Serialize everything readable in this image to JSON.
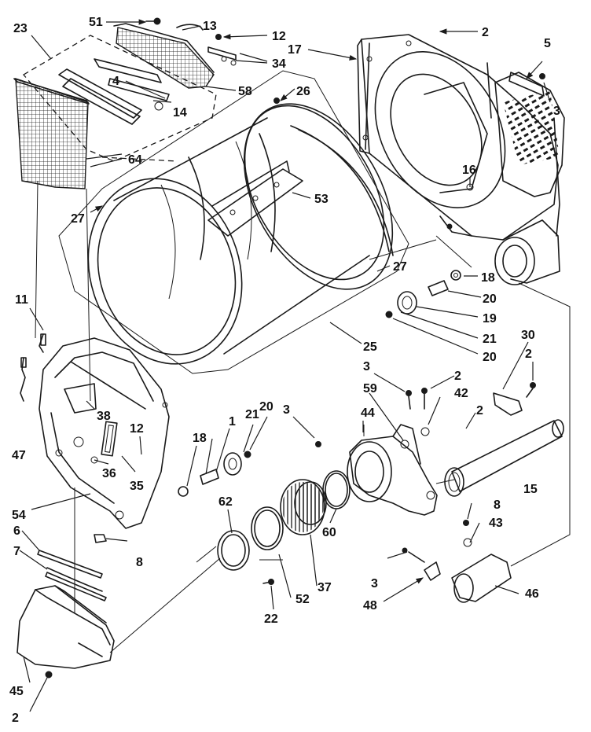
{
  "diagram": {
    "callouts": [
      {
        "id": "c51",
        "text": "51"
      },
      {
        "id": "c13",
        "text": "13"
      },
      {
        "id": "c23",
        "text": "23"
      },
      {
        "id": "c12a",
        "text": "12"
      },
      {
        "id": "c34",
        "text": "34"
      },
      {
        "id": "c2a",
        "text": "2"
      },
      {
        "id": "c17",
        "text": "17"
      },
      {
        "id": "c5",
        "text": "5"
      },
      {
        "id": "c4",
        "text": "4"
      },
      {
        "id": "c58",
        "text": "58"
      },
      {
        "id": "c14",
        "text": "14"
      },
      {
        "id": "c26",
        "text": "26"
      },
      {
        "id": "c3a",
        "text": "3"
      },
      {
        "id": "c64",
        "text": "64"
      },
      {
        "id": "c16",
        "text": "16"
      },
      {
        "id": "c53",
        "text": "53"
      },
      {
        "id": "c27a",
        "text": "27"
      },
      {
        "id": "c27b",
        "text": "27"
      },
      {
        "id": "c18a",
        "text": "18"
      },
      {
        "id": "c20a",
        "text": "20"
      },
      {
        "id": "c11",
        "text": "11"
      },
      {
        "id": "c19",
        "text": "19"
      },
      {
        "id": "c21a",
        "text": "21"
      },
      {
        "id": "c25",
        "text": "25"
      },
      {
        "id": "c20b",
        "text": "20"
      },
      {
        "id": "c30",
        "text": "30"
      },
      {
        "id": "c2b",
        "text": "2"
      },
      {
        "id": "c3b",
        "text": "3"
      },
      {
        "id": "c2c",
        "text": "2"
      },
      {
        "id": "c59",
        "text": "59"
      },
      {
        "id": "c42",
        "text": "42"
      },
      {
        "id": "c38",
        "text": "38"
      },
      {
        "id": "c3c",
        "text": "3"
      },
      {
        "id": "c44",
        "text": "44"
      },
      {
        "id": "c2d",
        "text": "2"
      },
      {
        "id": "c21b",
        "text": "21"
      },
      {
        "id": "c20c",
        "text": "20"
      },
      {
        "id": "c1",
        "text": "1"
      },
      {
        "id": "c18b",
        "text": "18"
      },
      {
        "id": "c12b",
        "text": "12"
      },
      {
        "id": "c47",
        "text": "47"
      },
      {
        "id": "c36",
        "text": "36"
      },
      {
        "id": "c35",
        "text": "35"
      },
      {
        "id": "c15",
        "text": "15"
      },
      {
        "id": "c62",
        "text": "62"
      },
      {
        "id": "c54",
        "text": "54"
      },
      {
        "id": "c6",
        "text": "6"
      },
      {
        "id": "c8a",
        "text": "8"
      },
      {
        "id": "c8b",
        "text": "8"
      },
      {
        "id": "c43",
        "text": "43"
      },
      {
        "id": "c60",
        "text": "60"
      },
      {
        "id": "c7",
        "text": "7"
      },
      {
        "id": "c3d",
        "text": "3"
      },
      {
        "id": "c37",
        "text": "37"
      },
      {
        "id": "c52",
        "text": "52"
      },
      {
        "id": "c46",
        "text": "46"
      },
      {
        "id": "c48",
        "text": "48"
      },
      {
        "id": "c22",
        "text": "22"
      },
      {
        "id": "c45",
        "text": "45"
      },
      {
        "id": "c2e",
        "text": "2"
      }
    ]
  }
}
